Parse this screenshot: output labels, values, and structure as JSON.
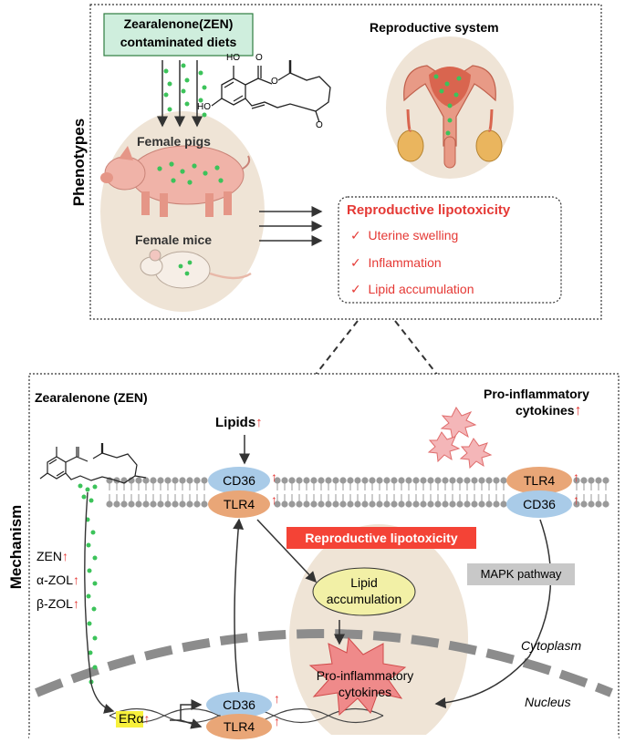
{
  "phenotypes": {
    "side_label": "Phenotypes",
    "diet_label_line1": "Zearalenone(ZEN)",
    "diet_label_line2": "contaminated diets",
    "female_pigs": "Female pigs",
    "female_mice": "Female mice",
    "reproductive_system": "Reproductive system",
    "lipotox_title": "Reproductive lipotoxicity",
    "lipotox_items": [
      "Uterine swelling",
      "Inflammation",
      "Lipid accumulation"
    ],
    "check_mark": "✓"
  },
  "structure_labels": {
    "ho_top": "HO",
    "o_carbonyl": "O",
    "o_ring": "O",
    "ho_bottom": "HO",
    "o_ketone": "O"
  },
  "mechanism": {
    "side_label": "Mechanism",
    "zen_title": "Zearalenone (ZEN)",
    "lipids": "Lipids",
    "pro_inflammatory_line1": "Pro-inflammatory",
    "pro_inflammatory_line2": "cytokines",
    "cd36": "CD36",
    "tlr4": "TLR4",
    "lipotox_banner": "Reproductive lipotoxicity",
    "lipid_accum_line1": "Lipid",
    "lipid_accum_line2": "accumulation",
    "mapk": "MAPK pathway",
    "metabolites": [
      "ZEN",
      "α-ZOL",
      "β-ZOL"
    ],
    "cytoplasm": "Cytoplasm",
    "nucleus": "Nucleus",
    "era": "ERα",
    "cytokines_line1": "Pro-inflammatory",
    "cytokines_line2": "cytokines",
    "up_arrow": "↑"
  },
  "colors": {
    "red": "#e53935",
    "green_dots": "#3cc35a",
    "cd36_fill": "#a9cbe8",
    "tlr4_fill": "#e9a677",
    "mapk_fill": "#c8c8c8",
    "oval_beige": "#efe4d6",
    "lipid_oval": "#f2f0a6",
    "era_highlight": "#f7f03c"
  }
}
